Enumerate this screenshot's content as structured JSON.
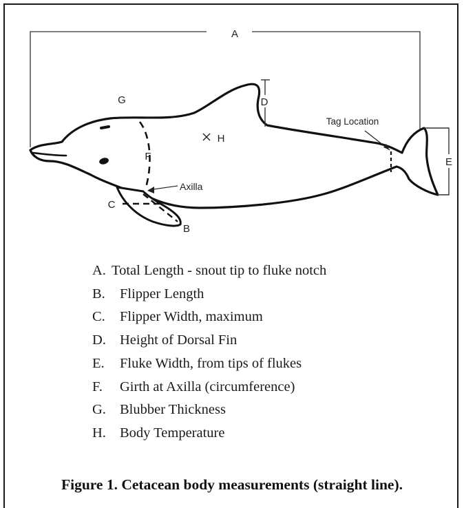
{
  "diagram": {
    "measurement_labels": [
      "A",
      "B",
      "C",
      "D",
      "E",
      "F",
      "G",
      "H"
    ],
    "axilla_label": "Axilla",
    "tag_label": "Tag Location"
  },
  "legend": [
    {
      "letter": "A.",
      "text": "Total Length - snout tip to fluke notch"
    },
    {
      "letter": "B.",
      "text": "Flipper Length"
    },
    {
      "letter": "C.",
      "text": "Flipper Width, maximum"
    },
    {
      "letter": "D.",
      "text": "Height of Dorsal Fin"
    },
    {
      "letter": "E.",
      "text": "Fluke Width, from tips of flukes"
    },
    {
      "letter": "F.",
      "text": "Girth at Axilla (circumference)"
    },
    {
      "letter": "G.",
      "text": "Blubber Thickness"
    },
    {
      "letter": "H.",
      "text": "Body Temperature"
    }
  ],
  "caption": "Figure 1.  Cetacean body measurements (straight line)."
}
